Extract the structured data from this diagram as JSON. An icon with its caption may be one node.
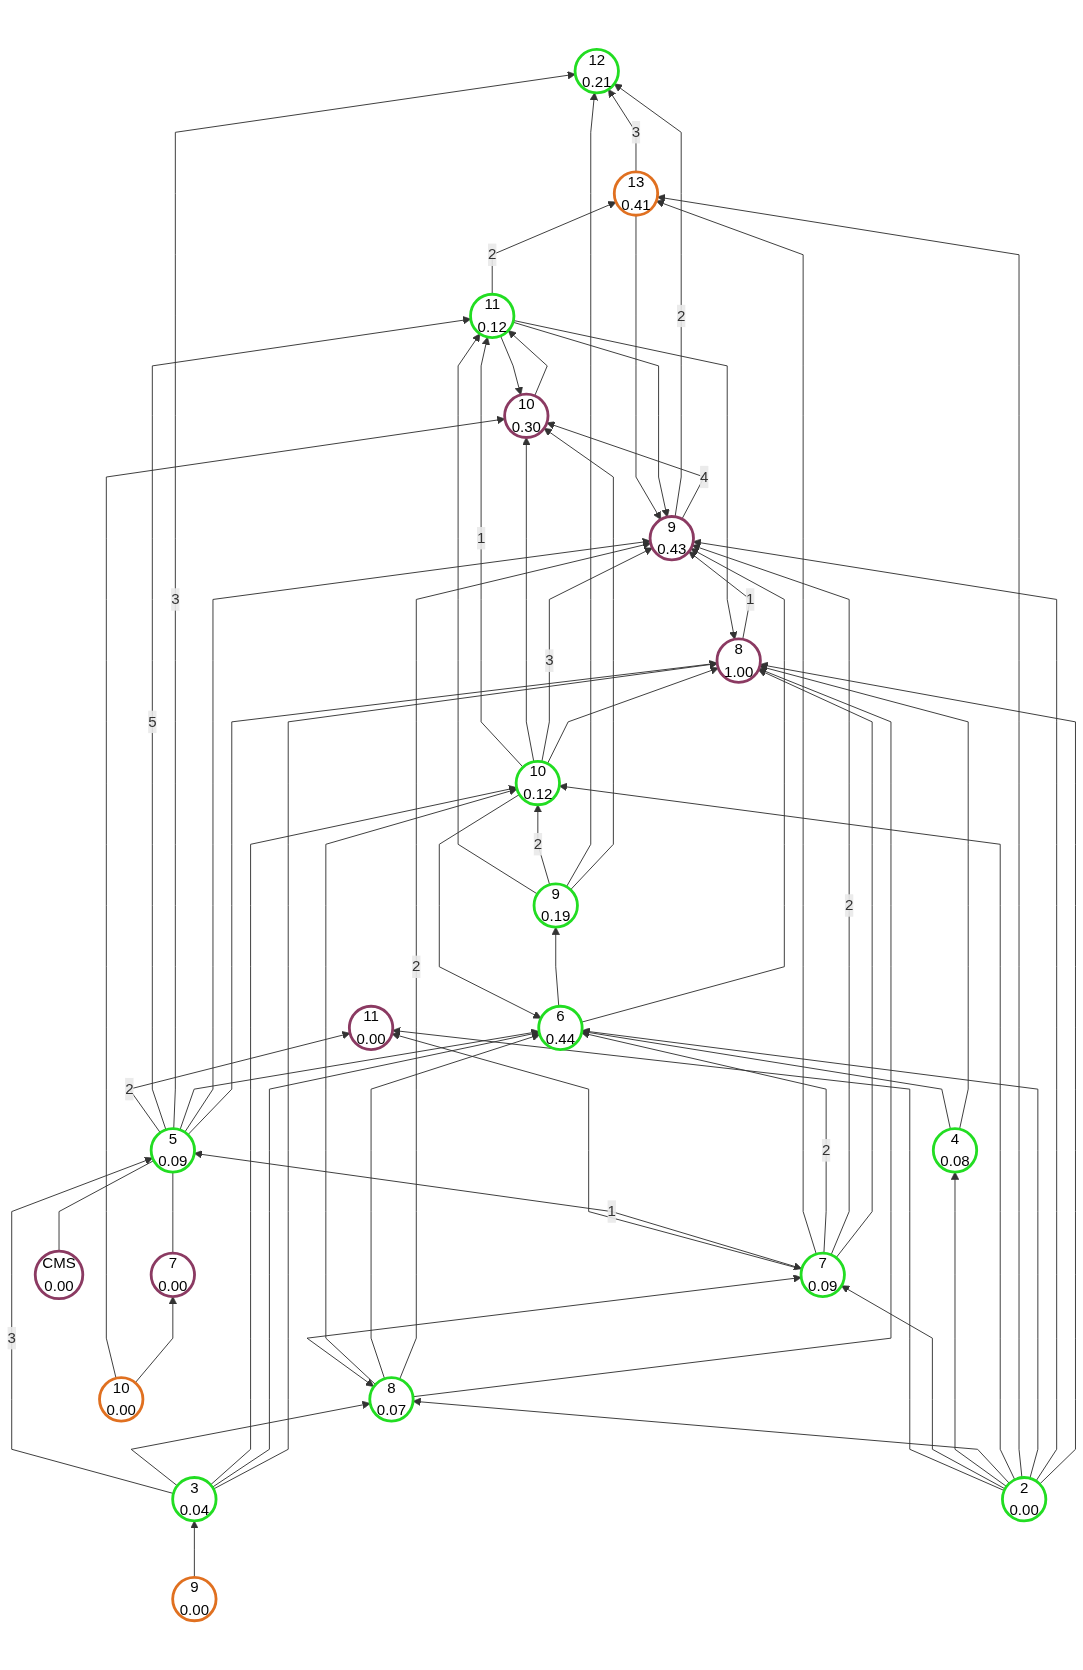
{
  "diagram": {
    "nodes": [
      {
        "text": [
          "8",
          "1.00"
        ]
      },
      {
        "text": [
          "9",
          "0.43"
        ]
      },
      {
        "text": [
          "6",
          "0.44"
        ]
      },
      {
        "text": [
          "13",
          "0.41"
        ]
      },
      {
        "text": [
          "10",
          "0.30"
        ]
      },
      {
        "text": [
          "9",
          "0.19"
        ]
      },
      {
        "text": [
          "12",
          "0.21"
        ]
      },
      {
        "text": [
          "10",
          "0.12"
        ]
      },
      {
        "text": [
          "11",
          "0.12"
        ]
      },
      {
        "text": [
          "8",
          "0.07"
        ]
      },
      {
        "text": [
          "4",
          "0.08"
        ]
      },
      {
        "text": [
          "7",
          "0.09"
        ]
      },
      {
        "text": [
          "5",
          "0.09"
        ]
      },
      {
        "text": [
          "3",
          "0.04"
        ]
      },
      {
        "text": [
          "9",
          "0.00"
        ]
      },
      {
        "text": [
          "2",
          "0.00"
        ]
      },
      {
        "text": [
          "11",
          "0.00"
        ]
      },
      {
        "text": [
          "CMS",
          "0.00"
        ]
      },
      {
        "text": [
          "10",
          "0.00"
        ]
      },
      {
        "text": [
          "7",
          "0.00"
        ]
      }
    ],
    "edges": [
      {
        "from": 0,
        "to": 1,
        "arrow": "to",
        "label": "1"
      },
      {
        "from": 2,
        "to": 1,
        "arrow": "to"
      },
      {
        "from": 3,
        "to": 1,
        "arrow": "to"
      },
      {
        "from": 1,
        "to": 4,
        "arrow": "to",
        "label": "4"
      },
      {
        "from": 5,
        "to": 4,
        "arrow": "to"
      },
      {
        "from": 9,
        "to": 0,
        "arrow": "to"
      },
      {
        "from": 10,
        "to": 0,
        "arrow": "to"
      },
      {
        "from": 11,
        "to": 0,
        "arrow": "to"
      },
      {
        "from": 15,
        "to": 0,
        "arrow": "to"
      },
      {
        "from": 7,
        "to": 0,
        "arrow": "to"
      },
      {
        "from": 8,
        "to": 0,
        "arrow": "to"
      },
      {
        "from": 13,
        "to": 0,
        "arrow": "to"
      },
      {
        "from": 12,
        "to": 0,
        "arrow": "to"
      },
      {
        "from": 9,
        "to": 1,
        "arrow": "to",
        "label": "2"
      },
      {
        "from": 7,
        "to": 1,
        "arrow": "to",
        "label": "3"
      },
      {
        "from": 8,
        "to": 1,
        "arrow": "to"
      },
      {
        "from": 15,
        "to": 1,
        "arrow": "to"
      },
      {
        "from": 11,
        "to": 1,
        "arrow": "to",
        "label": "2"
      },
      {
        "from": 12,
        "to": 1,
        "arrow": "to"
      },
      {
        "from": 9,
        "to": 2,
        "arrow": "to"
      },
      {
        "from": 10,
        "to": 2,
        "arrow": "to"
      },
      {
        "from": 11,
        "to": 2,
        "arrow": "to",
        "label": "2"
      },
      {
        "from": 15,
        "to": 2,
        "arrow": "to"
      },
      {
        "from": 7,
        "to": 2,
        "arrow": "to"
      },
      {
        "from": 13,
        "to": 2,
        "arrow": "to"
      },
      {
        "from": 12,
        "to": 2,
        "arrow": "to"
      },
      {
        "from": 2,
        "to": 5,
        "arrow": "to"
      },
      {
        "from": 1,
        "to": 6,
        "arrow": "to",
        "label": "2"
      },
      {
        "from": 3,
        "to": 6,
        "arrow": "to",
        "label": "3"
      },
      {
        "from": 5,
        "to": 6,
        "arrow": "to"
      },
      {
        "from": 11,
        "to": 3,
        "arrow": "to"
      },
      {
        "from": 15,
        "to": 3,
        "arrow": "to"
      },
      {
        "from": 8,
        "to": 3,
        "arrow": "to",
        "label": "2"
      },
      {
        "from": 12,
        "to": 6,
        "arrow": "to",
        "label": "3"
      },
      {
        "from": 7,
        "to": 4,
        "arrow": "to"
      },
      {
        "from": 8,
        "to": 4,
        "arrow": "to"
      },
      {
        "from": 5,
        "to": 7,
        "arrow": "to",
        "label": "2"
      },
      {
        "from": 5,
        "to": 8,
        "arrow": "to"
      },
      {
        "from": 4,
        "to": 8,
        "arrow": "to"
      },
      {
        "from": 9,
        "to": 7,
        "arrow": "to"
      },
      {
        "from": 15,
        "to": 7,
        "arrow": "to"
      },
      {
        "from": 13,
        "to": 7,
        "arrow": "to"
      },
      {
        "from": 12,
        "to": 8,
        "arrow": "to",
        "label": "5"
      },
      {
        "from": 7,
        "to": 8,
        "arrow": "to",
        "label": "1"
      },
      {
        "from": 9,
        "to": 11,
        "arrow": "both"
      },
      {
        "from": 11,
        "to": 12,
        "arrow": "both",
        "label": "1"
      },
      {
        "from": 15,
        "to": 9,
        "arrow": "to"
      },
      {
        "from": 15,
        "to": 10,
        "arrow": "to"
      },
      {
        "from": 15,
        "to": 11,
        "arrow": "to"
      },
      {
        "from": 15,
        "to": 16,
        "arrow": "to"
      },
      {
        "from": 13,
        "to": 9,
        "arrow": "to"
      },
      {
        "from": 13,
        "to": 12,
        "arrow": "to",
        "label": "3"
      },
      {
        "from": 14,
        "to": 13,
        "arrow": "to"
      },
      {
        "from": 11,
        "to": 16,
        "arrow": "to"
      },
      {
        "from": 12,
        "to": 16,
        "arrow": "to",
        "label": "2"
      },
      {
        "from": 17,
        "to": 12,
        "arrow": "none"
      },
      {
        "from": 19,
        "to": 12,
        "arrow": "none"
      },
      {
        "from": 18,
        "to": 19,
        "arrow": "to"
      },
      {
        "from": 18,
        "to": 4,
        "arrow": "to"
      }
    ]
  }
}
